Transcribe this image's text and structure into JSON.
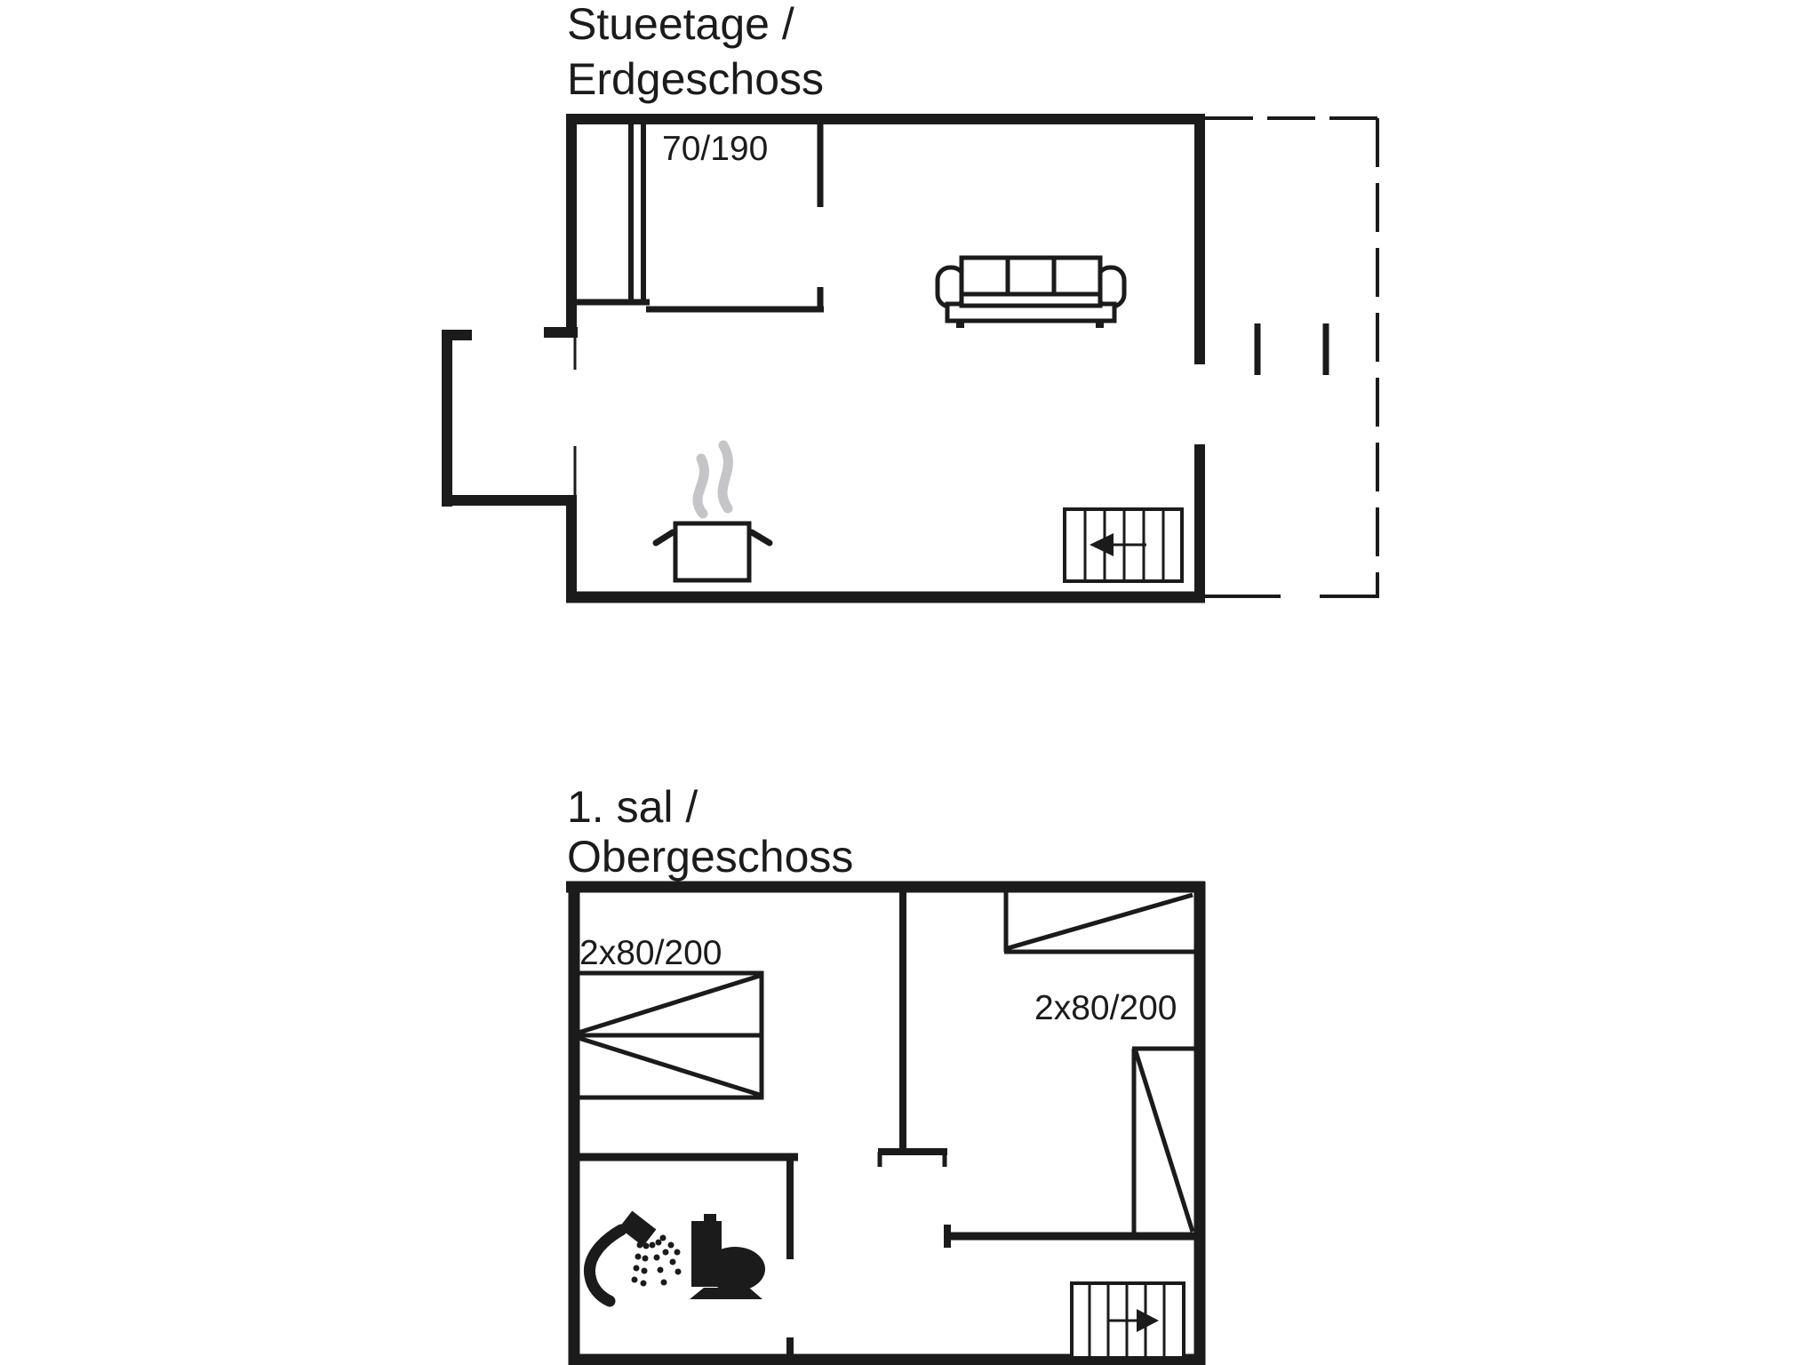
{
  "document": {
    "type": "floor-plan",
    "background_color": "#ffffff",
    "line_color": "#1b1b1b",
    "steam_color": "#c5c5c9"
  },
  "ground_floor": {
    "title_line1": "Stueetage /",
    "title_line2": "Erdgeschoss",
    "bed_label": "70/190",
    "icons": [
      "sofa-icon",
      "cooking-pot-icon",
      "steam-icon",
      "staircase-up-icon"
    ],
    "features": [
      "terrace-dashed-outline",
      "stair-arrow-left"
    ]
  },
  "first_floor": {
    "title_line1": "1. sal /",
    "title_line2": "Obergeschoss",
    "bed_labels": [
      "2x80/200",
      "2x80/200"
    ],
    "icons": [
      "double-bed-icon",
      "single-bed-icon",
      "single-bed-icon",
      "shower-icon",
      "toilet-icon",
      "staircase-down-icon"
    ],
    "features": [
      "stair-arrow-right"
    ]
  }
}
